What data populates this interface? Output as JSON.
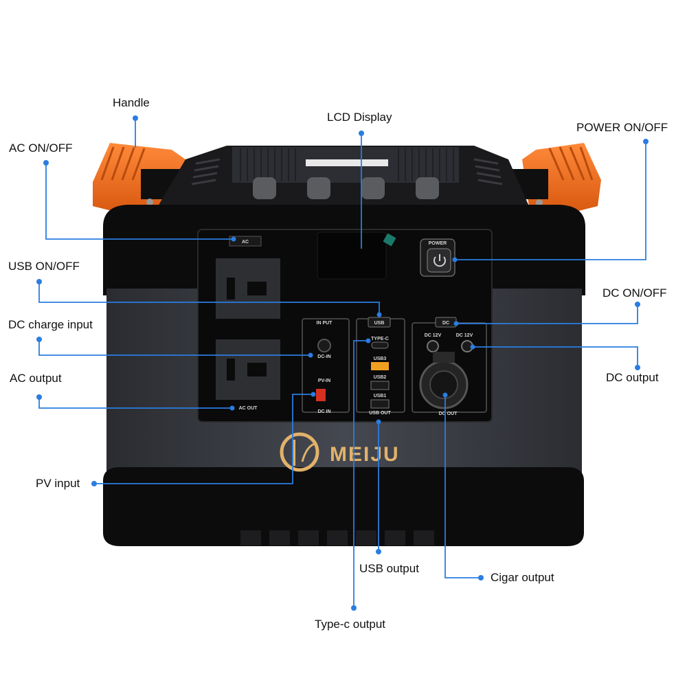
{
  "callouts": {
    "handle": "Handle",
    "lcd_display": "LCD Display",
    "ac_on_off": "AC ON/OFF",
    "power_on_off": "POWER ON/OFF",
    "usb_on_off": "USB ON/OFF",
    "dc_on_off": "DC ON/OFF",
    "dc_charge_input": "DC charge input",
    "dc_output": "DC output",
    "ac_output": "AC output",
    "pv_input": "PV input",
    "usb_output": "USB output",
    "cigar_output": "Cigar output",
    "type_c_output": "Type-c output"
  },
  "panel": {
    "ac_button": "AC",
    "power_label": "POWER",
    "usb_button": "USB",
    "dc_button": "DC",
    "input_label": "IN PUT",
    "dc_in": "DC-IN",
    "pv_in": "PV-IN",
    "dc_in_bottom": "DC IN",
    "ac_out": "AC OUT",
    "type_c": "TYPE-C",
    "usb3": "USB3",
    "usb2": "USB2",
    "usb1": "USB1",
    "usb_out": "USB OUT",
    "dc_12v_left": "DC 12V",
    "dc_12v_right": "DC 12V",
    "dc_out": "DC OUT"
  },
  "brand": {
    "logo_text": "MEIJU"
  },
  "colors": {
    "accent_orange": "#f07020",
    "callout_blue": "#2a7de1",
    "body_black": "#0c0c0c",
    "body_gray": "#3a3c42",
    "logo_gold": "#e2b26a"
  },
  "icons": [
    "power-icon",
    "handle-icon",
    "socket-icon"
  ]
}
